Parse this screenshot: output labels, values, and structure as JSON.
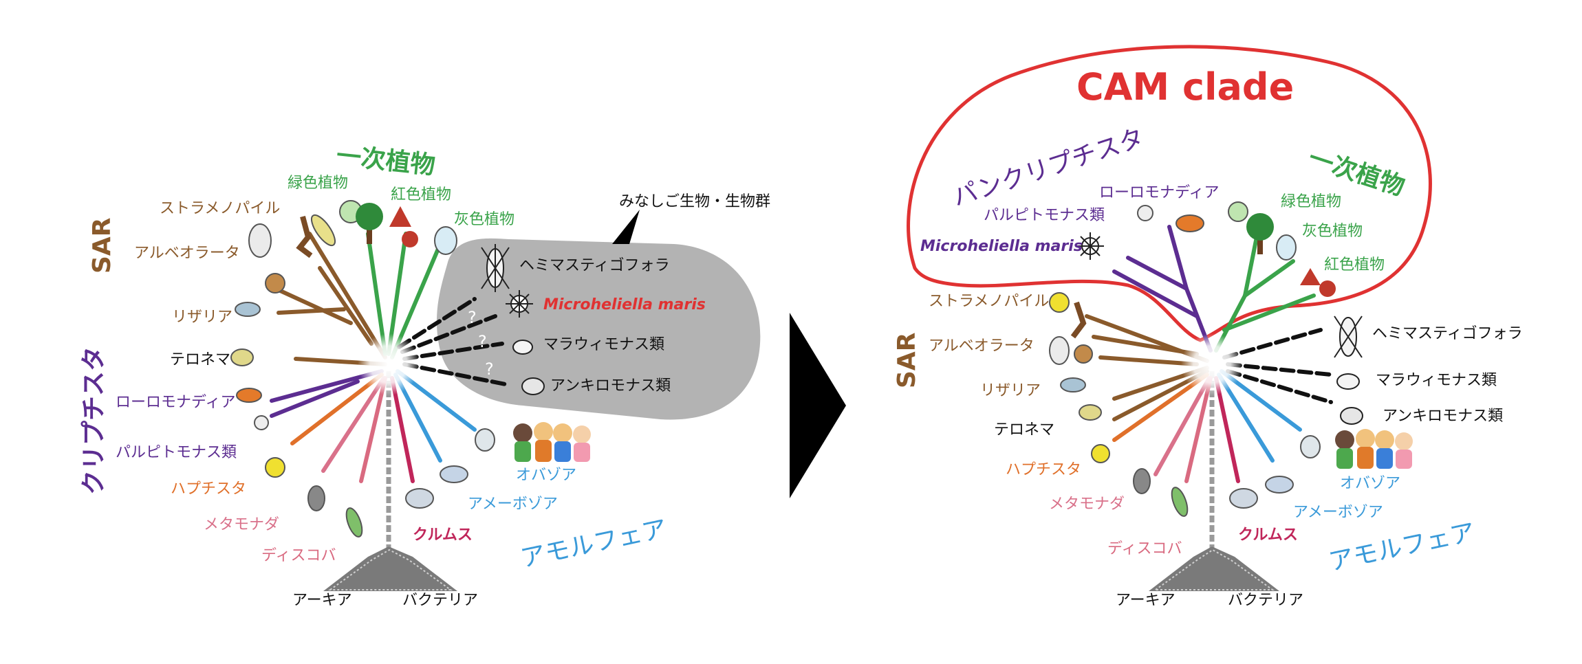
{
  "colors": {
    "sar": "#8a5a2b",
    "crypt": "#5c2d91",
    "green": "#3aa34a",
    "orange": "#e0702a",
    "meta": "#d9718a",
    "disco": "#d96a80",
    "crumus": "#c0265a",
    "amoeba": "#3a9ad9",
    "black": "#111111",
    "red": "#e03232",
    "gray": "#b7b7b7",
    "trunk": "#9a9a9a"
  },
  "left": {
    "groups": {
      "primary_plants": "一次植物",
      "green_plants": "緑色植物",
      "red_plants": "紅色植物",
      "gray_plants": "灰色植物",
      "stramenopiles": "ストラメノパイル",
      "alveolata": "アルベオラータ",
      "rhizaria": "リザリア",
      "sar": "SAR",
      "telonema": "テロネマ",
      "rhodelphidia": "ローロモナディア",
      "crypt_big": "クリプチスタ",
      "palpitomonas": "パルピトモナス類",
      "haptista": "ハプチスタ",
      "metamonada": "メタモナダ",
      "discoba": "ディスコバ",
      "crumus": "クルムス",
      "amoebozoa": "アメーボゾア",
      "obazoa": "オバゾア",
      "amorphea": "アモルフェア",
      "archaea": "アーキア",
      "bacteria": "バクテリア"
    },
    "orphans": {
      "callout": "みなしご生物・生物群",
      "hemimastigophora": "ヘミマスティゴフォラ",
      "microheliella": "Microheliella maris",
      "malawimonads": "マラウィモナス類",
      "ancyromonads": "アンキロモナス類",
      "question_mark": "?"
    }
  },
  "right": {
    "cam_clade": "CAM clade",
    "pancryptista": "パンクリプチスタ",
    "primary_plants": "一次植物",
    "green_plants": "緑色植物",
    "gray_plants": "灰色植物",
    "red_plants": "紅色植物",
    "rhodelphidia": "ローロモナディア",
    "palpitomonas": "パルピトモナス類",
    "microheliella": "Microheliella maris",
    "stramenopiles": "ストラメノパイル",
    "alveolata": "アルベオラータ",
    "rhizaria": "リザリア",
    "telonema": "テロネマ",
    "sar": "SAR",
    "haptista": "ハプチスタ",
    "metamonada": "メタモナダ",
    "discoba": "ディスコバ",
    "crumus": "クルムス",
    "amoebozoa": "アメーボゾア",
    "obazoa": "オバゾア",
    "amorphea": "アモルフェア",
    "archaea": "アーキア",
    "bacteria": "バクテリア",
    "hemimastigophora": "ヘミマスティゴフォラ",
    "malawimonads": "マラウィモナス類",
    "ancyromonads": "アンキロモナス類"
  }
}
